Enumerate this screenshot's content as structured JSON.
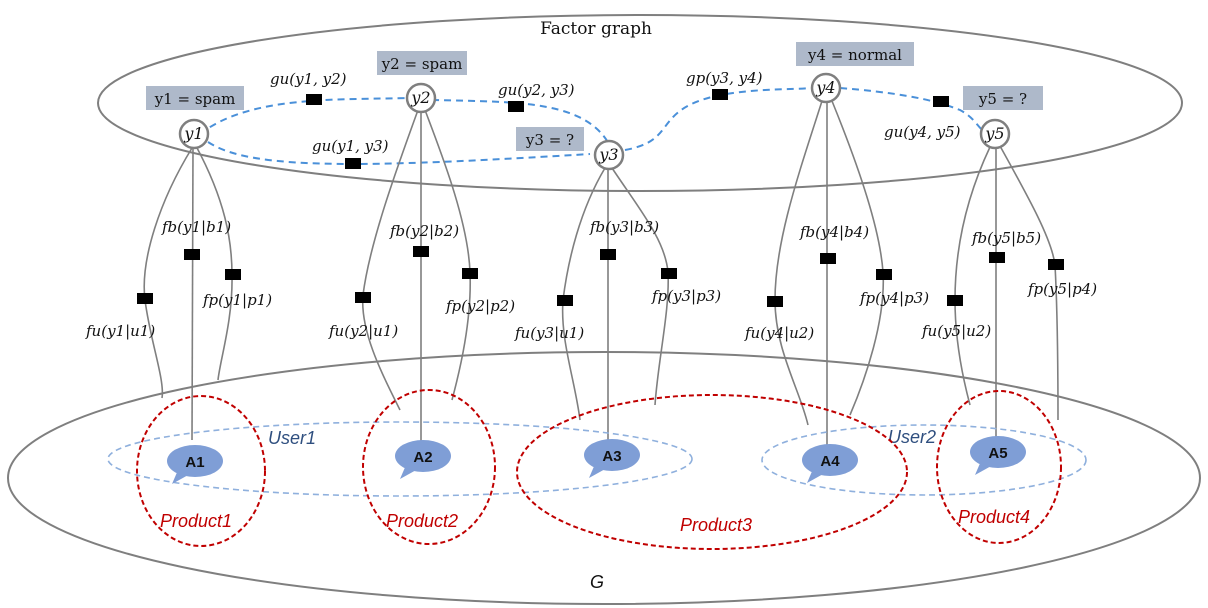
{
  "title": "Factor graph",
  "bottom_label": "G",
  "variables": [
    {
      "id": "y1",
      "label": "y1",
      "tag": "y1 = spam"
    },
    {
      "id": "y2",
      "label": "y2",
      "tag": "y2 = spam"
    },
    {
      "id": "y3",
      "label": "y3",
      "tag": "y3 = ?"
    },
    {
      "id": "y4",
      "label": "y4",
      "tag": "y4 = normal"
    },
    {
      "id": "y5",
      "label": "y5",
      "tag": "y5 = ?"
    }
  ],
  "pair_factors": [
    {
      "label": "gu(y1, y2)"
    },
    {
      "label": "gu(y2, y3)"
    },
    {
      "label": "gu(y1, y3)"
    },
    {
      "label": "gp(y3, y4)"
    },
    {
      "label": "gu(y4, y5)"
    }
  ],
  "unary_factors": [
    {
      "fb": "fb(y1|b1)",
      "fp": "fp(y1|p1)",
      "fu": "fu(y1|u1)"
    },
    {
      "fb": "fb(y2|b2)",
      "fp": "fp(y2|p2)",
      "fu": "fu(y2|u1)"
    },
    {
      "fb": "fb(y3|b3)",
      "fp": "fp(y3|p3)",
      "fu": "fu(y3|u1)"
    },
    {
      "fb": "fb(y4|b4)",
      "fp": "fp(y4|p3)",
      "fu": "fu(y4|u2)"
    },
    {
      "fb": "fb(y5|b5)",
      "fp": "fp(y5|p4)",
      "fu": "fu(y5|u2)"
    }
  ],
  "reviews": [
    "A1",
    "A2",
    "A3",
    "A4",
    "A5"
  ],
  "users": [
    "User1",
    "User2"
  ],
  "products": [
    "Product1",
    "Product2",
    "Product3",
    "Product4"
  ],
  "colors": {
    "line": "#7f7f7f",
    "dashed_edge": "#4a90d9",
    "tag_bg": "#aeb9ca",
    "product": "#c00000",
    "user": "#8fb0dd",
    "review": "#7f9ed6"
  }
}
